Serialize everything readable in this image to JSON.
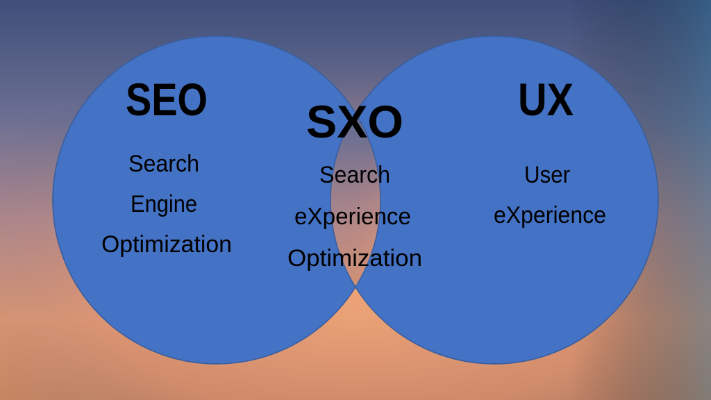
{
  "colors": {
    "circle_fill": "#4472C4",
    "circle_stroke": "#3a5f9f",
    "sky_top": "#4a5a84",
    "sky_mid": "#9a7f93",
    "sky_low": "#d89472",
    "text": "#000000"
  },
  "diagram": {
    "left": {
      "title": "SEO",
      "lines": [
        "Search",
        "Engine",
        "Optimization"
      ]
    },
    "center": {
      "title": "SXO",
      "lines": [
        "Search",
        "eXperience",
        "Optimization"
      ]
    },
    "right": {
      "title": "UX",
      "lines": [
        "User",
        "eXperience"
      ]
    }
  }
}
